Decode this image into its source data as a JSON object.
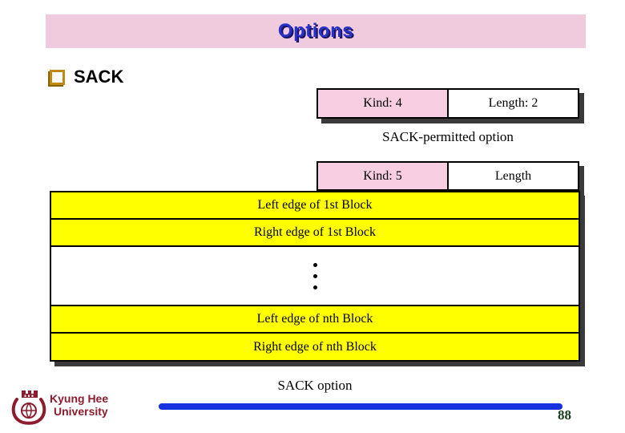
{
  "header": {
    "title": "Options"
  },
  "content": {
    "bullet_label": "SACK"
  },
  "sack_permitted_table": {
    "kind_cell": "Kind: 4",
    "length_cell": "Length: 2",
    "caption": "SACK-permitted option"
  },
  "sack_option_table": {
    "kind_cell": "Kind: 5",
    "length_cell": "Length",
    "rows": [
      "Left edge of 1st Block",
      "Right edge of 1st Block",
      "Left edge of  nth Block",
      "Right edge of nth Block"
    ],
    "caption": "SACK option"
  },
  "footer": {
    "institution_line1": "Kyung Hee",
    "institution_line2": "University",
    "page_number": "88"
  },
  "colors": {
    "banner_pink": "#F0CBDD",
    "title_blue": "#2831C8",
    "title_shadow_navy": "#1b1464",
    "cell_pink": "#F8CEE3",
    "row_yellow": "#FFFF00",
    "bullet_gold": "#BE8A12",
    "logo_maroon": "#8C1C2E",
    "bar_blue": "#1632DF",
    "page_number_green": "#1A401F",
    "table_shadow_gray": "#3a3a3a"
  }
}
